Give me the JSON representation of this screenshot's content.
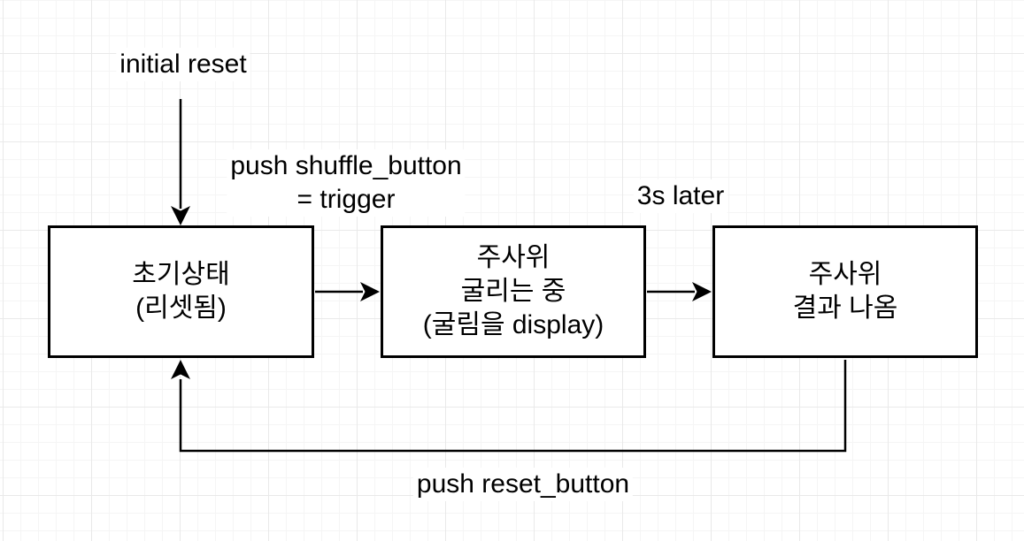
{
  "diagram": {
    "title": "dice state machine",
    "colors": {
      "stroke": "#000000",
      "node_fill": "#ffffff",
      "canvas_background": "#ffffff",
      "grid_minor": "#f5f5f5",
      "grid_major": "#e9e9e9"
    },
    "nodes": [
      {
        "id": "initial",
        "label": "초기상태\n(리셋됨)"
      },
      {
        "id": "rolling",
        "label": "주사위\n굴리는 중\n(굴림을 display)"
      },
      {
        "id": "result",
        "label": "주사위\n결과 나옴"
      }
    ],
    "edges": [
      {
        "id": "initial-reset",
        "label": "initial reset",
        "from": "start",
        "to": "initial"
      },
      {
        "id": "shuffle-trigger",
        "label": "push shuffle_button\n= trigger",
        "from": "initial",
        "to": "rolling"
      },
      {
        "id": "three-s-later",
        "label": "3s later",
        "from": "rolling",
        "to": "result"
      },
      {
        "id": "reset-button",
        "label": "push reset_button",
        "from": "result",
        "to": "initial"
      }
    ]
  }
}
